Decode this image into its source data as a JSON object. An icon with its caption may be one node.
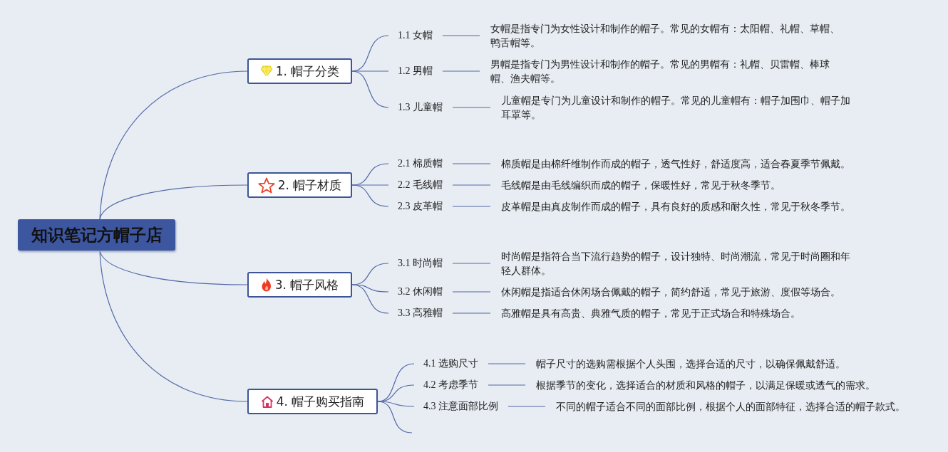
{
  "diagram": {
    "nodes": [
      {
        "text": [
          "知识笔记方帽子店"
        ]
      },
      {
        "text": [
          "1. 帽子分类"
        ]
      },
      {
        "text": [
          "1.1 女帽"
        ]
      },
      {
        "text": [
          "女帽是指专门为女性设计和制作的帽子。常见的女帽有：太阳帽、礼帽、草帽、鸭舌帽等。"
        ]
      },
      {
        "text": [
          "1.2 男帽"
        ]
      },
      {
        "text": [
          "男帽是指专门为男性设计和制作的帽子。常见的男帽有：礼帽、贝雷帽、棒球帽、渔夫帽等。"
        ]
      },
      {
        "text": [
          "1.3 儿童帽"
        ]
      },
      {
        "text": [
          "儿童帽是专门为儿童设计和制作的帽子。常见的儿童帽有：帽子加围巾、帽子加耳罩等。"
        ]
      },
      {
        "text": [
          "2. 帽子材质"
        ]
      },
      {
        "text": [
          "2.1 棉质帽"
        ]
      },
      {
        "text": [
          "棉质帽是由棉纤维制作而成的帽子，透气性好，舒适度高，适合春夏季节佩戴。"
        ]
      },
      {
        "text": [
          "2.2 毛线帽"
        ]
      },
      {
        "text": [
          "毛线帽是由毛线编织而成的帽子，保暖性好，常见于秋冬季节。"
        ]
      },
      {
        "text": [
          "2.3 皮革帽"
        ]
      },
      {
        "text": [
          "皮革帽是由真皮制作而成的帽子，具有良好的质感和耐久性，常见于秋冬季节。"
        ]
      },
      {
        "text": [
          "3. 帽子风格"
        ]
      },
      {
        "text": [
          "3.1 时尚帽"
        ]
      },
      {
        "text": [
          "时尚帽是指符合当下流行趋势的帽子，设计独特、时尚潮流，常见于时尚圈和年轻人群体。"
        ]
      },
      {
        "text": [
          "3.2 休闲帽"
        ]
      },
      {
        "text": [
          "休闲帽是指适合休闲场合佩戴的帽子，简约舒适，常见于旅游、度假等场合。"
        ]
      },
      {
        "text": [
          "3.3 高雅帽"
        ]
      },
      {
        "text": [
          "高雅帽是具有高贵、典雅气质的帽子，常见于正式场合和特殊场合。"
        ]
      },
      {
        "text": [
          "4. 帽子购买指南"
        ]
      },
      {
        "text": [
          "4.1 选购尺寸"
        ]
      },
      {
        "text": [
          "帽子尺寸的选购需根据个人头围，选择合适的尺寸，以确保佩戴舒适。"
        ]
      },
      {
        "text": [
          "4.2 考虑季节"
        ]
      },
      {
        "text": [
          "根据季节的变化，选择适合的材质和风格的帽子，以满足保暖或透气的需求。"
        ]
      },
      {
        "text": [
          "4.3 注意面部比例"
        ]
      },
      {
        "text": [
          "不同的帽子适合不同的面部比例，根据个人的面部特征，选择合适的帽子款式。"
        ]
      }
    ],
    "edges": [
      {
        "from": 0,
        "to": 1,
        "arrow": "none"
      },
      {
        "from": 0,
        "to": 8,
        "arrow": "none"
      },
      {
        "from": 0,
        "to": 15,
        "arrow": "none"
      },
      {
        "from": 0,
        "to": 22,
        "arrow": "none"
      },
      {
        "from": 1,
        "to": 2,
        "arrow": "none"
      },
      {
        "from": 1,
        "to": 4,
        "arrow": "none"
      },
      {
        "from": 1,
        "to": 6,
        "arrow": "none"
      },
      {
        "from": 2,
        "to": 3,
        "arrow": "none"
      },
      {
        "from": 4,
        "to": 5,
        "arrow": "none"
      },
      {
        "from": 6,
        "to": 7,
        "arrow": "none"
      },
      {
        "from": 8,
        "to": 9,
        "arrow": "none"
      },
      {
        "from": 8,
        "to": 11,
        "arrow": "none"
      },
      {
        "from": 8,
        "to": 13,
        "arrow": "none"
      },
      {
        "from": 9,
        "to": 10,
        "arrow": "none"
      },
      {
        "from": 11,
        "to": 12,
        "arrow": "none"
      },
      {
        "from": 13,
        "to": 14,
        "arrow": "none"
      },
      {
        "from": 15,
        "to": 16,
        "arrow": "none"
      },
      {
        "from": 15,
        "to": 18,
        "arrow": "none"
      },
      {
        "from": 15,
        "to": 20,
        "arrow": "none"
      },
      {
        "from": 16,
        "to": 17,
        "arrow": "none"
      },
      {
        "from": 18,
        "to": 19,
        "arrow": "none"
      },
      {
        "from": 20,
        "to": 21,
        "arrow": "none"
      },
      {
        "from": 22,
        "to": 23,
        "arrow": "none"
      },
      {
        "from": 22,
        "to": 25,
        "arrow": "none"
      },
      {
        "from": 22,
        "to": 27,
        "arrow": "none"
      },
      {
        "from": 22,
        "to": null,
        "arrow": "none"
      },
      {
        "from": 23,
        "to": 24,
        "arrow": "none"
      },
      {
        "from": 25,
        "to": 26,
        "arrow": "none"
      },
      {
        "from": 27,
        "to": 28,
        "arrow": "none"
      }
    ]
  }
}
